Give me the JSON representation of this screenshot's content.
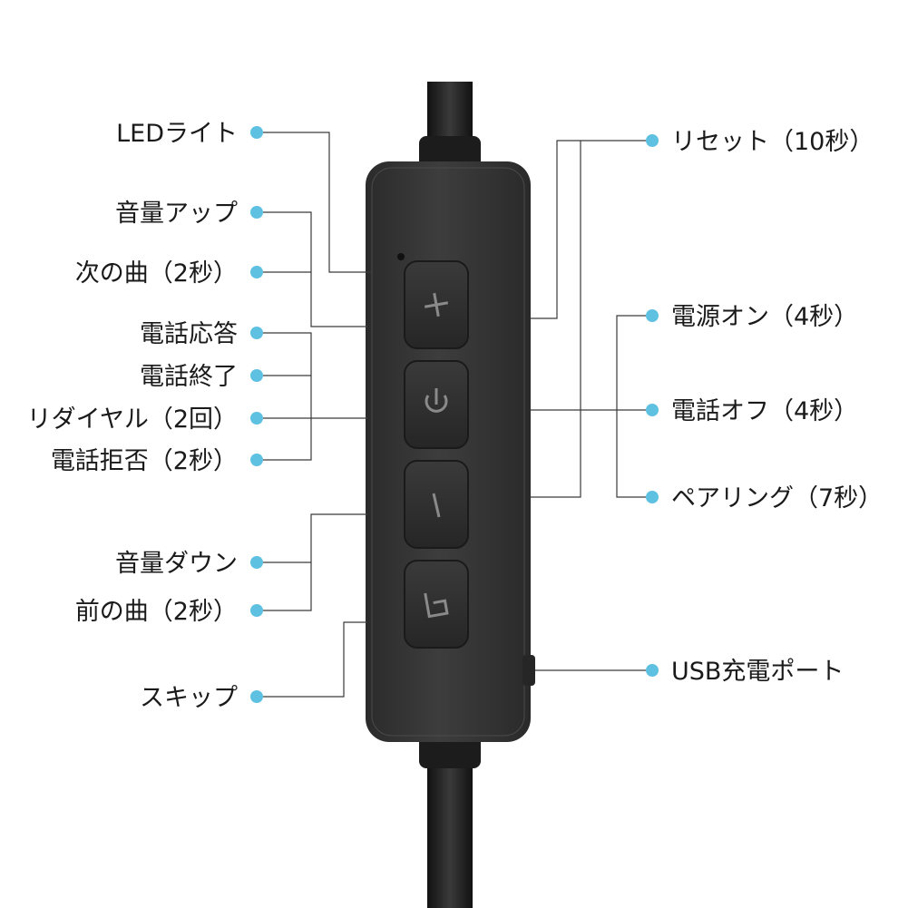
{
  "colors": {
    "dot": "#5fc1e2",
    "remote_body": "#3a3a3a",
    "button": "#2e2e2e",
    "cable": "#222222"
  },
  "icons": [
    "plus-icon",
    "power-icon",
    "minus-icon",
    "skip-icon"
  ],
  "labels": {
    "led_light": "LEDライト",
    "volume_up": "音量アップ",
    "next_track": "次の曲（2秒）",
    "call_answer": "電話応答",
    "call_end": "電話終了",
    "redial": "リダイヤル（2回）",
    "call_reject": "電話拒否（2秒）",
    "volume_down": "音量ダウン",
    "prev_track": "前の曲（2秒）",
    "skip": "スキップ",
    "reset": "リセット（10秒）",
    "power_on": "電源オン（4秒）",
    "power_off": "電話オフ（4秒）",
    "pairing": "ペアリング（7秒）",
    "usb_port": "USB充電ポート"
  }
}
